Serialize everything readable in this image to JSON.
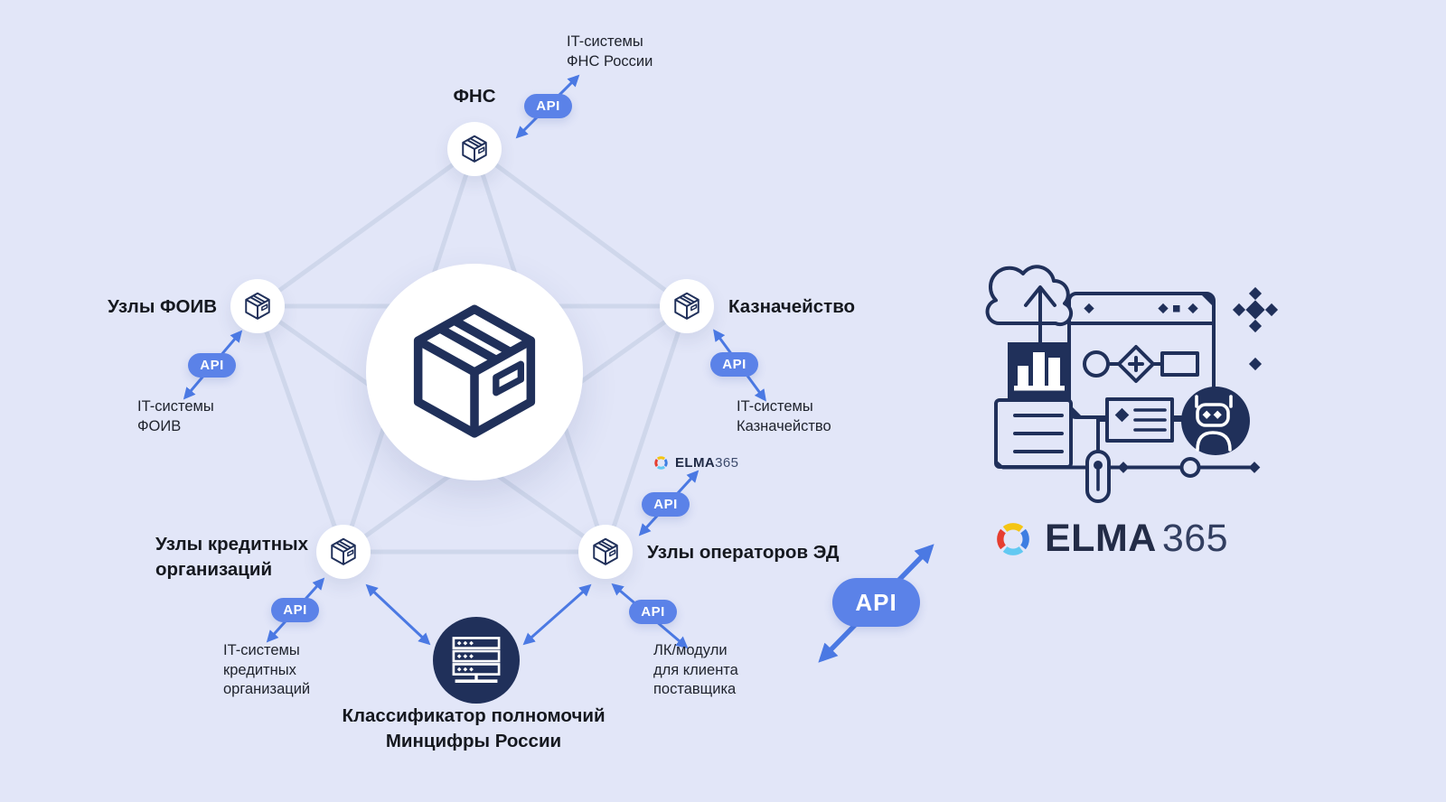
{
  "colors": {
    "background": "#e2e6f8",
    "api_badge_blue": "#5b82e8",
    "arrow_blue": "#4b79e3",
    "navy": "#20305a",
    "mesh_line": "#cfd7eb",
    "text_dark": "#15181f",
    "elma_red": "#e63e30",
    "elma_yellow": "#f4c514",
    "elma_blue": "#3e7ee2",
    "elma_cyan": "#62c9f2"
  },
  "api_badge": {
    "label": "API"
  },
  "nodes": {
    "fns": {
      "title": "ФНС",
      "system_line1": "IT-системы",
      "system_line2": "ФНС России"
    },
    "foiv": {
      "title": "Узлы ФОИВ",
      "system_line1": "IT-системы",
      "system_line2": "ФОИВ"
    },
    "treasury": {
      "title": "Казначейство",
      "system_line1": "IT-системы",
      "system_line2": "Казначейство"
    },
    "credit": {
      "title_line1": "Узлы кредитных",
      "title_line2": "организаций",
      "system_line1": "IT-системы",
      "system_line2": "кредитных",
      "system_line3": "организаций"
    },
    "edo": {
      "title": "Узлы операторов ЭД",
      "system_line1": "ЛК/модули",
      "system_line2": "для клиента",
      "system_line3": "поставщика"
    }
  },
  "classifier": {
    "caption_line1": "Классификатор полномочий",
    "caption_line2": "Минцифры России"
  },
  "elma_badge_small": {
    "brand": "ELMA",
    "suffix": "365"
  },
  "elma_logo": {
    "brand": "ELMA",
    "suffix": "365"
  }
}
